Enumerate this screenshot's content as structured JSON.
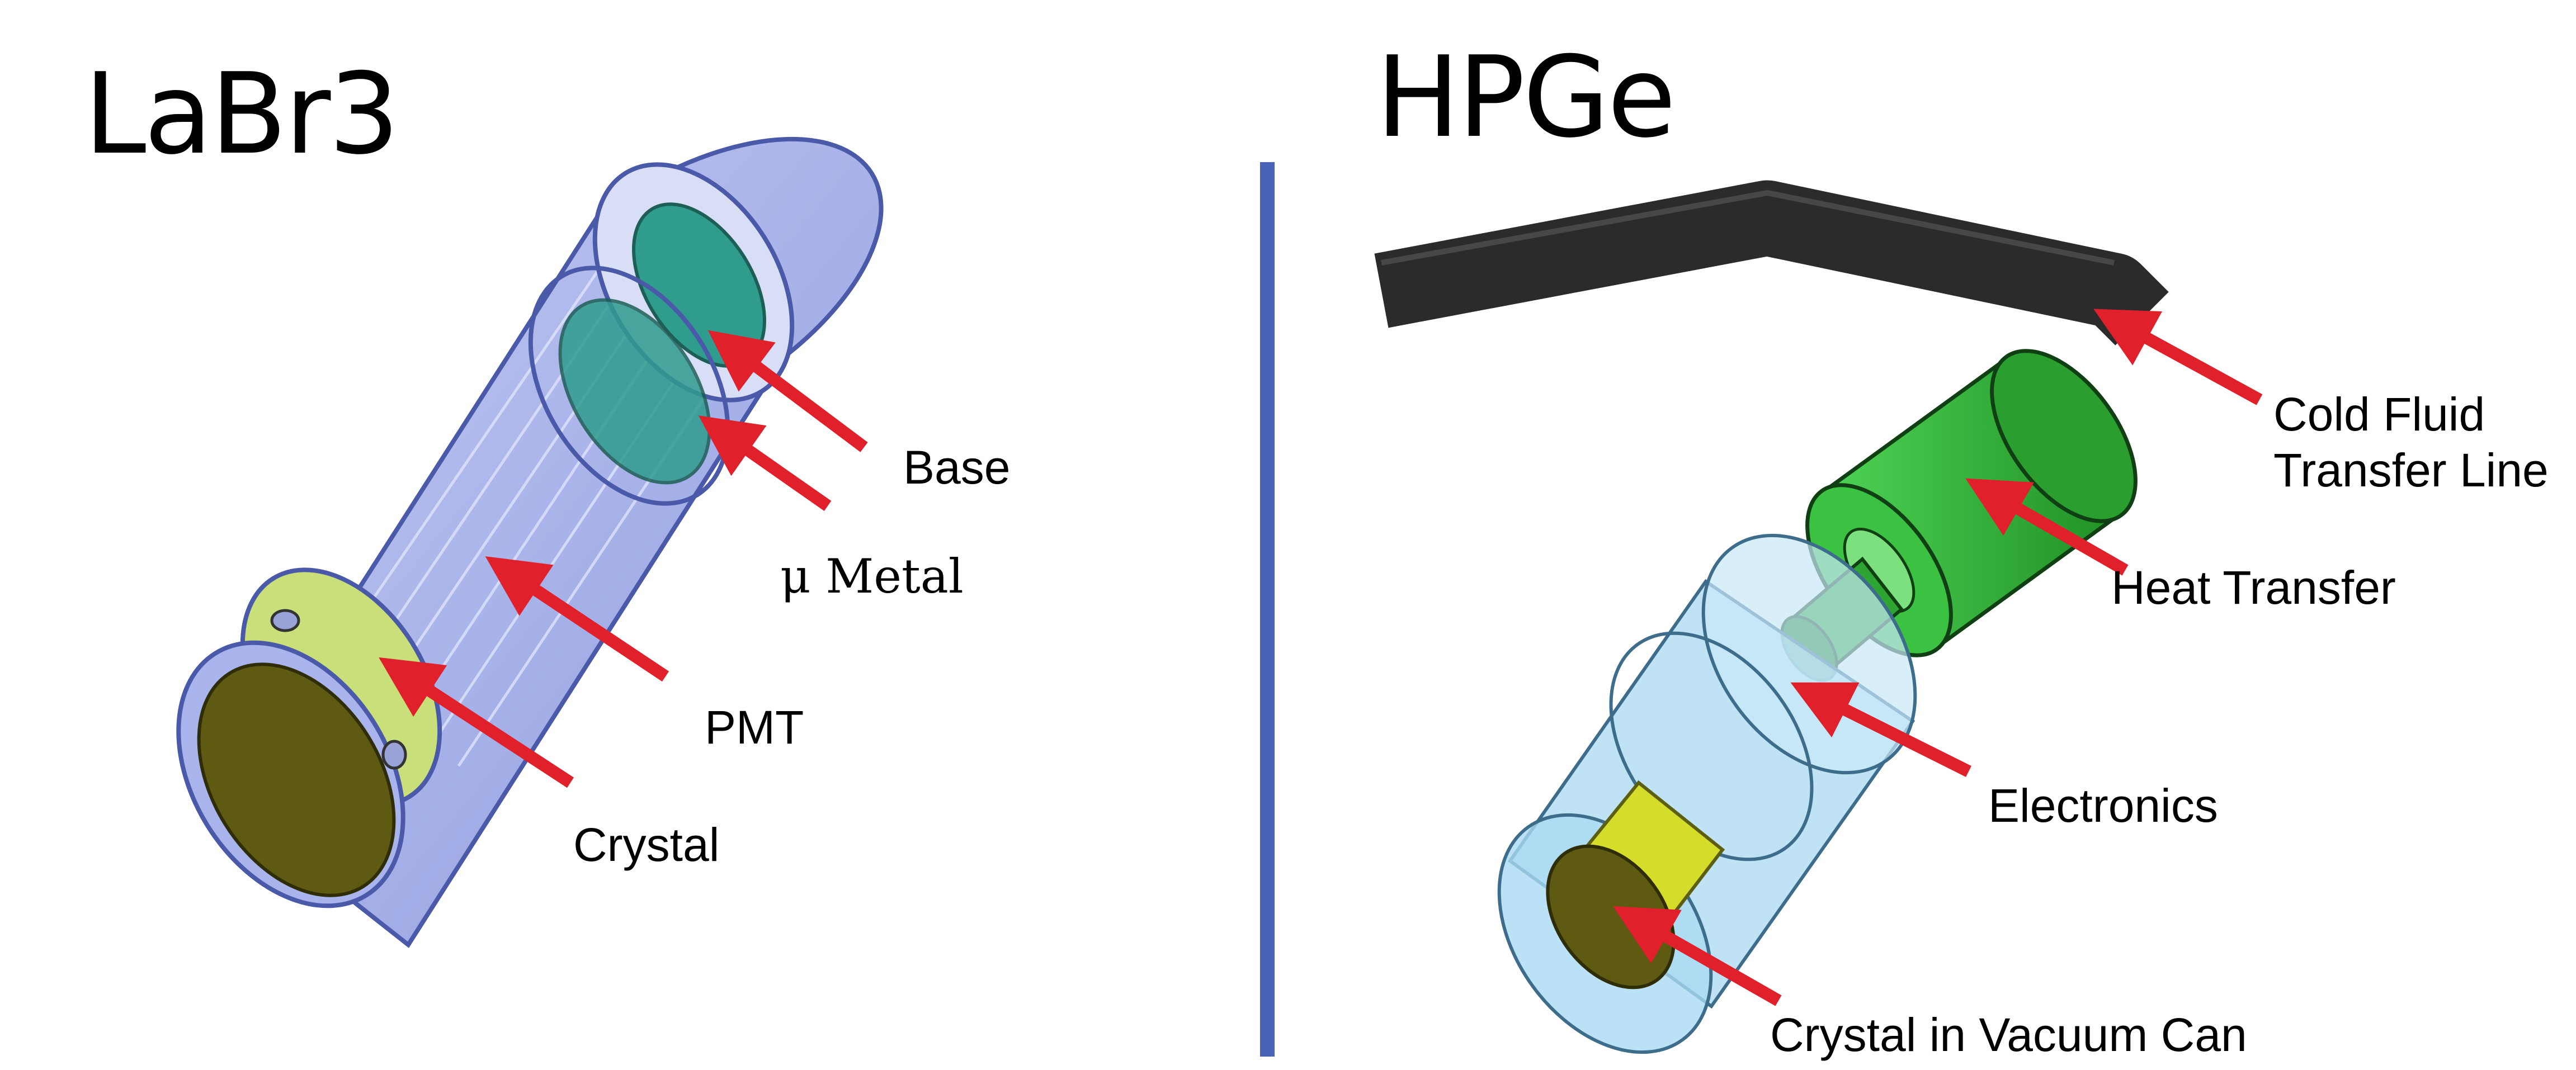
{
  "panels": {
    "left": {
      "title": "LaBr3",
      "labels": {
        "base": "Base",
        "mu_metal": "μ Metal",
        "pmt": "PMT",
        "crystal": "Crystal"
      }
    },
    "right": {
      "title": "HPGe",
      "labels": {
        "cold_fluid_line1": "Cold Fluid",
        "cold_fluid_line2": "Transfer Line",
        "heat_transfer": "Heat Transfer",
        "electronics": "Electronics",
        "crystal_vacuum": "Crystal in Vacuum Can"
      }
    }
  },
  "colors": {
    "arrow": "#e0202a",
    "divider": "#4a62b8",
    "labr_housing": "#a9b4ec",
    "labr_crystal_face": "#5e5a12",
    "labr_crystal_ring": "#c9df7a",
    "labr_teal": "#2f9c8e",
    "hpge_pipe": "#2b2b2b",
    "hpge_green": "#35b53a",
    "hpge_can": "#a9d9f2",
    "hpge_crystal": "#d6dc2a"
  }
}
